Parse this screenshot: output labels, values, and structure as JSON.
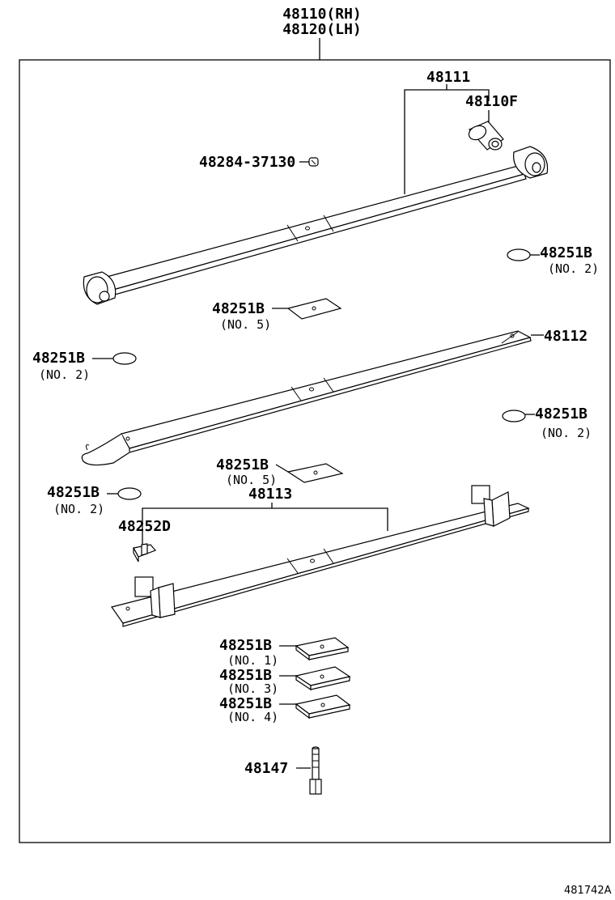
{
  "assembly": {
    "rh": "48110(RH)",
    "lh": "48120(LH)"
  },
  "callouts": {
    "c48111": "48111",
    "c48110F": "48110F",
    "c48284": "48284-37130",
    "c48251B_a": "48251B",
    "c48251B_a_sub": "(NO. 2)",
    "c48251B_b": "48251B",
    "c48251B_b_sub": "(NO. 5)",
    "c48112": "48112",
    "c48251B_c": "48251B",
    "c48251B_c_sub": "(NO. 2)",
    "c48251B_d": "48251B",
    "c48251B_d_sub": "(NO. 2)",
    "c48251B_e": "48251B",
    "c48251B_e_sub": "(NO. 5)",
    "c48113": "48113",
    "c48251B_f": "48251B",
    "c48251B_f_sub": "(NO. 2)",
    "c48252D": "48252D",
    "c48251B_g": "48251B",
    "c48251B_g_sub": "(NO. 1)",
    "c48251B_h": "48251B",
    "c48251B_h_sub": "(NO. 3)",
    "c48251B_i": "48251B",
    "c48251B_i_sub": "(NO. 4)",
    "c48147": "48147"
  },
  "figure_id": "481742A"
}
